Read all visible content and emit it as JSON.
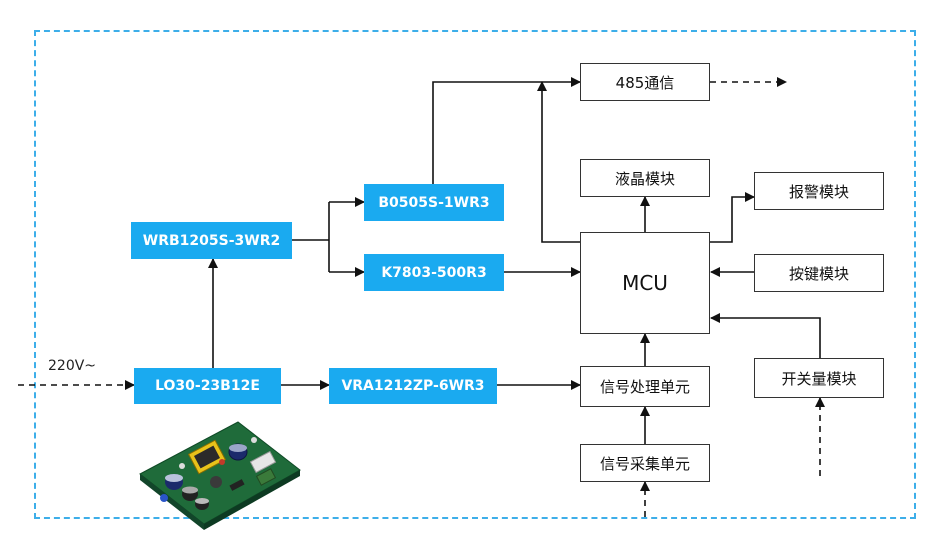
{
  "input_label": "220V~",
  "blocks": {
    "lo30": "LO30-23B12E",
    "wrb": "WRB1205S-3WR2",
    "b0505": "B0505S-1WR3",
    "k7803": "K7803-500R3",
    "vra": "VRA1212ZP-6WR3",
    "mcu": "MCU",
    "comm485": "485通信",
    "lcd": "液晶模块",
    "alarm": "报警模块",
    "keys": "按键模块",
    "switch": "开关量模块",
    "sig_proc": "信号处理单元",
    "sig_acq": "信号采集单元"
  },
  "colors": {
    "accent": "#1aaaf0",
    "frame": "#3daee9",
    "line": "#111111"
  }
}
